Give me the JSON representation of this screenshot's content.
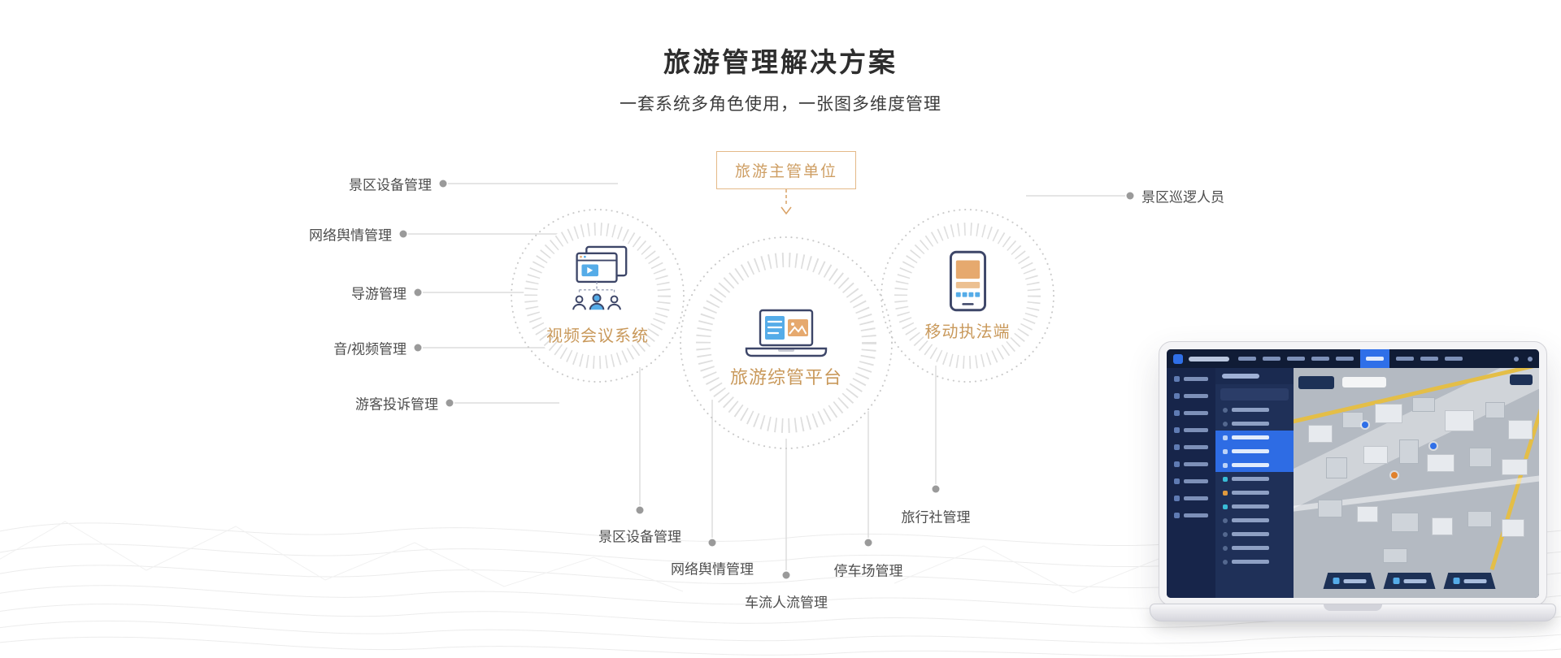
{
  "header": {
    "title": "旅游管理解决方案",
    "subtitle": "一套系统多角色使用，一张图多维度管理"
  },
  "diagram": {
    "authority_box": "旅游主管单位",
    "nodes": {
      "video": "视频会议系统",
      "platform": "旅游综管平台",
      "mobile": "移动执法端"
    },
    "left_labels": [
      "景区设备管理",
      "网络舆情管理",
      "导游管理",
      "音/视频管理",
      "游客投诉管理"
    ],
    "right_labels": [
      "景区巡逻人员"
    ],
    "bottom_labels": [
      "景区设备管理",
      "网络舆情管理",
      "车流人流管理",
      "停车场管理",
      "旅行社管理"
    ]
  },
  "icons": {
    "video_node": "video-conference-icon",
    "platform_node": "laptop-dashboard-icon",
    "mobile_node": "mobile-enforcement-icon",
    "arrow": "dashed-down-arrow-icon"
  },
  "colors": {
    "accent_orange": "#CE9E63",
    "node_label_orange": "#C9995B",
    "title_text": "#2E2E2E",
    "peripheral_label_text": "#4D4D4D",
    "line_gray": "#D5D5D5",
    "dot_gray": "#9A9A9A",
    "icon_navy": "#3D4668",
    "icon_blue": "#55ACE8",
    "icon_orange": "#E6A96E",
    "dashboard_dark": "#15213D",
    "dashboard_highlight": "#2E6CE4",
    "map_road_yellow": "#E4BE47"
  }
}
